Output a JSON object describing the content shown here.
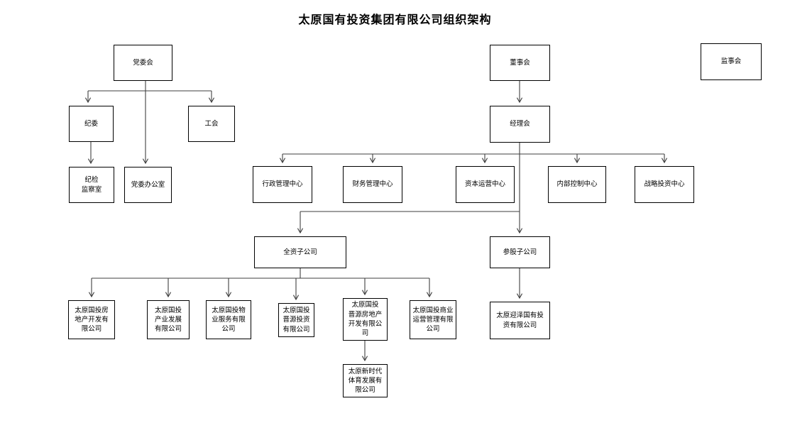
{
  "title": "太原国有投资集团有限公司组织架构",
  "colors": {
    "background": "#ffffff",
    "box_border": "#000000",
    "text": "#000000",
    "connector": "#3f3f3f"
  },
  "nodes": {
    "party_committee": {
      "label": "党委会"
    },
    "board_of_directors": {
      "label": "董事会"
    },
    "supervisory_board": {
      "label": "监事会"
    },
    "discipline_committee": {
      "label": "纪委"
    },
    "labor_union": {
      "label": "工会"
    },
    "manager_meeting": {
      "label": "经理会"
    },
    "discipline_inspection_office": {
      "label": "纪检\n监察室"
    },
    "party_committee_office": {
      "label": "党委办公室"
    },
    "admin_mgmt_center": {
      "label": "行政管理中心"
    },
    "finance_mgmt_center": {
      "label": "财务管理中心"
    },
    "capital_operation_center": {
      "label": "资本运营中心"
    },
    "internal_control_center": {
      "label": "内部控制中心"
    },
    "strategic_investment_center": {
      "label": "战略投资中心"
    },
    "wholly_owned_subsidiaries": {
      "label": "全资子公司"
    },
    "equity_subsidiaries": {
      "label": "参股子公司"
    },
    "sub_real_estate": {
      "label": "太原国投房\n地产开发有\n限公司"
    },
    "sub_industrial_dev": {
      "label": "太原国投\n产业发展\n有限公司"
    },
    "sub_property_service": {
      "label": "太原国投物\n业服务有限\n公司"
    },
    "sub_jinyuan_investment": {
      "label": "太原国投\n晋源投资\n有限公司"
    },
    "sub_jinyuan_real_estate": {
      "label": "太原国投\n晋源房地产\n开发有限公\n司"
    },
    "sub_commercial_mgmt": {
      "label": "太原国投商业\n运营管理有限\n公司"
    },
    "yingze_investment": {
      "label": "太原迎泽国有投\n资有限公司"
    },
    "new_era_sports": {
      "label": "太原新时代\n体育发展有\n限公司"
    }
  },
  "edges": [
    {
      "from": "party_committee",
      "to": "discipline_committee"
    },
    {
      "from": "party_committee",
      "to": "labor_union"
    },
    {
      "from": "party_committee",
      "to": "party_committee_office"
    },
    {
      "from": "discipline_committee",
      "to": "discipline_inspection_office"
    },
    {
      "from": "board_of_directors",
      "to": "manager_meeting"
    },
    {
      "from": "manager_meeting",
      "to": "admin_mgmt_center"
    },
    {
      "from": "manager_meeting",
      "to": "finance_mgmt_center"
    },
    {
      "from": "manager_meeting",
      "to": "capital_operation_center"
    },
    {
      "from": "manager_meeting",
      "to": "internal_control_center"
    },
    {
      "from": "manager_meeting",
      "to": "strategic_investment_center"
    },
    {
      "from": "manager_meeting",
      "to": "wholly_owned_subsidiaries"
    },
    {
      "from": "manager_meeting",
      "to": "equity_subsidiaries"
    },
    {
      "from": "wholly_owned_subsidiaries",
      "to": "sub_real_estate"
    },
    {
      "from": "wholly_owned_subsidiaries",
      "to": "sub_industrial_dev"
    },
    {
      "from": "wholly_owned_subsidiaries",
      "to": "sub_property_service"
    },
    {
      "from": "wholly_owned_subsidiaries",
      "to": "sub_jinyuan_investment"
    },
    {
      "from": "wholly_owned_subsidiaries",
      "to": "sub_jinyuan_real_estate"
    },
    {
      "from": "wholly_owned_subsidiaries",
      "to": "sub_commercial_mgmt"
    },
    {
      "from": "sub_jinyuan_real_estate",
      "to": "new_era_sports"
    },
    {
      "from": "equity_subsidiaries",
      "to": "yingze_investment"
    }
  ]
}
